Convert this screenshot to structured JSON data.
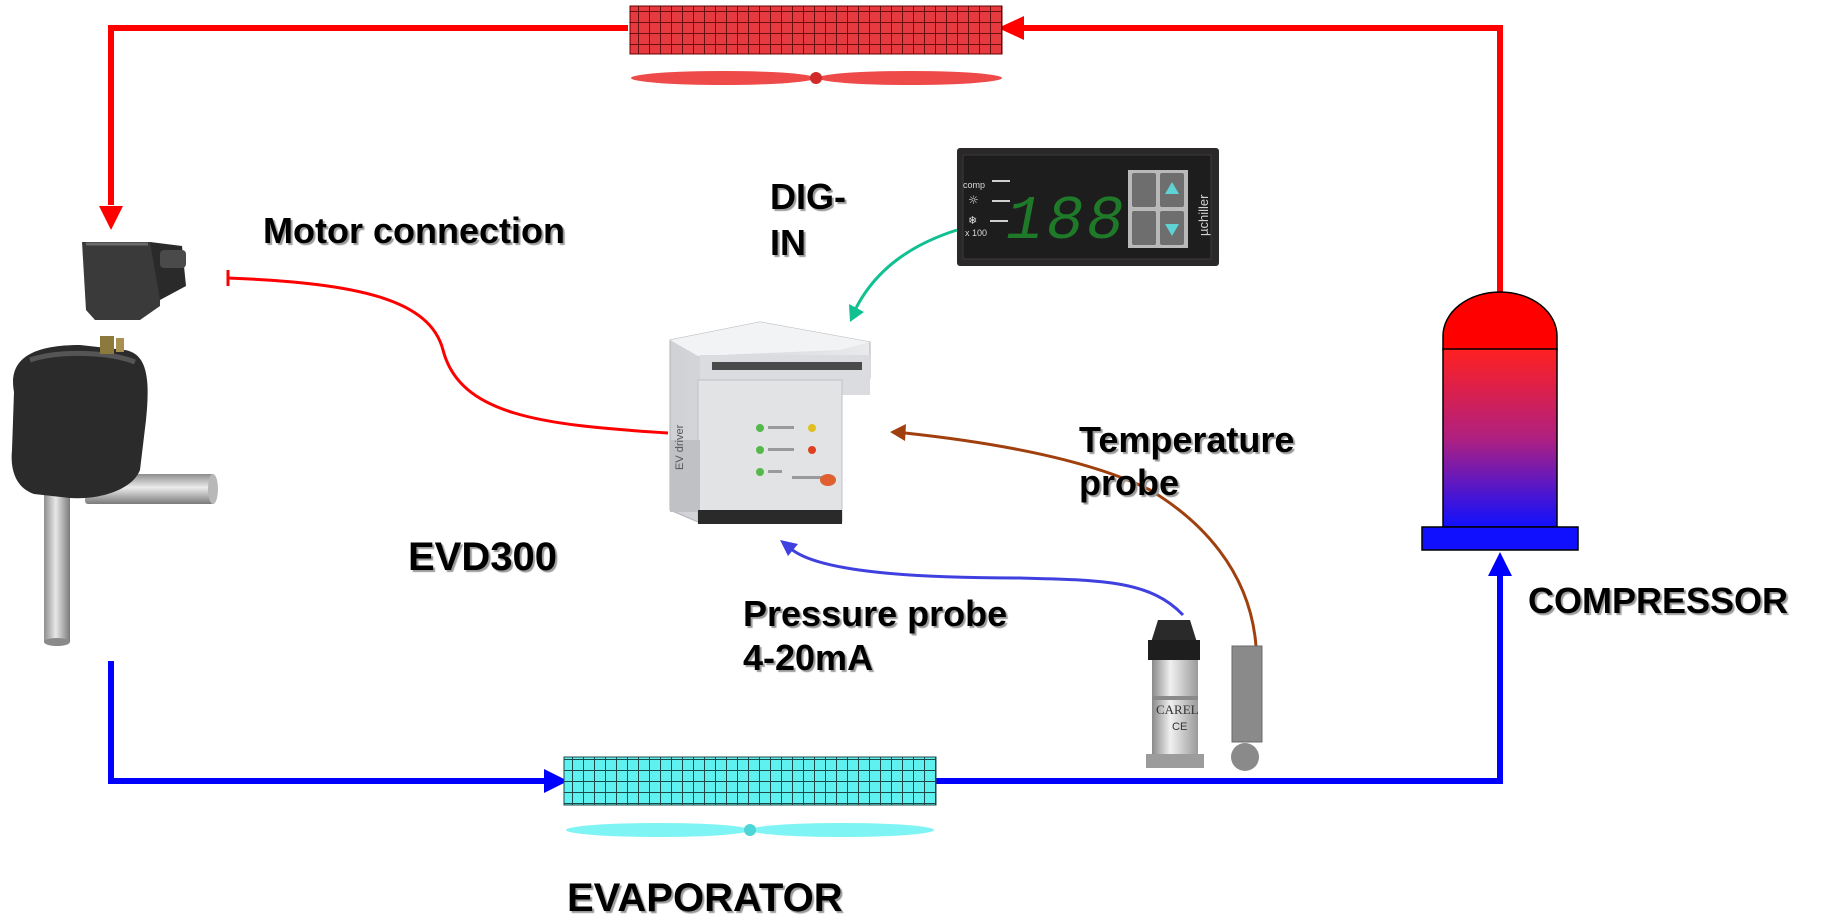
{
  "labels": {
    "motor_connection": "Motor connection",
    "dig_in_line1": "DIG-",
    "dig_in_line2": "IN",
    "evd300": "EVD300",
    "temperature_probe_line1": "Temperature",
    "temperature_probe_line2": "probe",
    "pressure_probe_line1": "Pressure probe",
    "pressure_probe_line2": "4-20mA",
    "compressor": "COMPRESSOR",
    "evaporator": "EVAPORATOR"
  },
  "device_text": {
    "controller_display": "188",
    "controller_brand": "µchiller",
    "controller_comp": "comp",
    "controller_x100": "x 100",
    "driver_name": "EV driver",
    "driver_label": "EV driver",
    "probe_brand": "CAREL",
    "probe_ce": "CE"
  },
  "icons": {
    "valve": "electronic-expansion-valve",
    "connector": "motor-connector-plug",
    "controller": "chiller-controller",
    "driver": "evd-driver-module",
    "pressure_probe": "pressure-transducer",
    "temperature_probe": "temperature-sensor",
    "compressor": "compressor",
    "condenser": "condenser-coil",
    "evaporator": "evaporator-coil"
  },
  "colors": {
    "hot_line": "#ff0000",
    "cold_line": "#0000ff",
    "dig_in_wire": "#10c090",
    "temperature_wire": "#a0400e",
    "pressure_wire": "#4040e0",
    "motor_wire": "#ff0000",
    "condenser_fill": "#e8343a",
    "evaporator_fill": "#60f0f0",
    "display_digits": "#1e7a28"
  }
}
